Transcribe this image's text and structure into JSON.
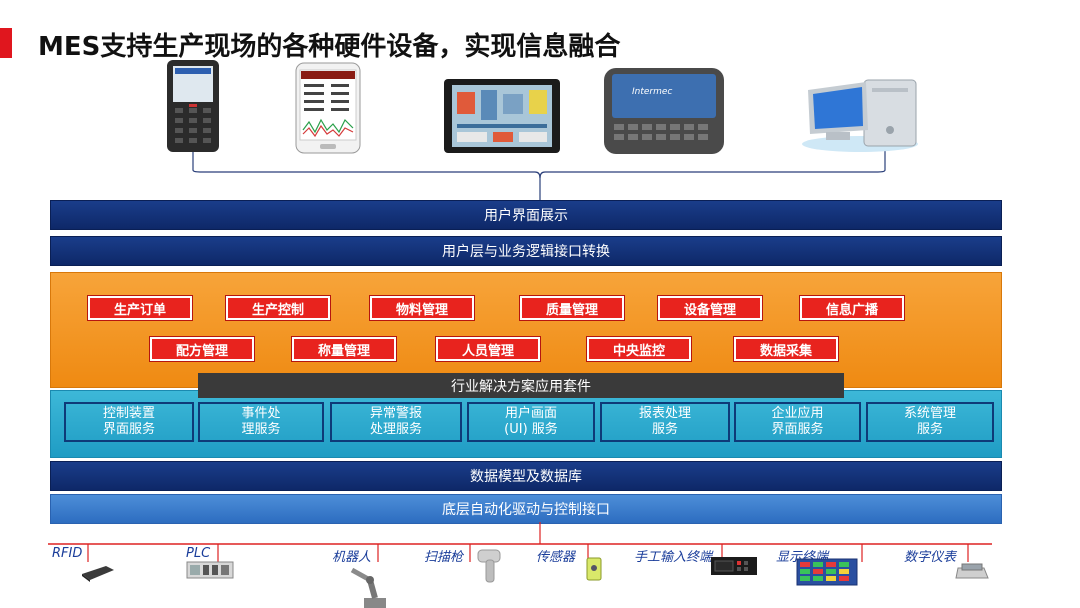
{
  "title": "MES支持生产现场的各种硬件设备，实现信息融合",
  "devices": [
    {
      "icon": "handheld-terminal-icon"
    },
    {
      "icon": "smartphone-icon"
    },
    {
      "icon": "tablet-icon"
    },
    {
      "icon": "vehicle-terminal-icon"
    },
    {
      "icon": "desktop-computer-icon"
    }
  ],
  "layers": {
    "ui_display": "用户界面展示",
    "interface_conversion": "用户层与业务逻辑接口转换",
    "industry_suite": "行业解决方案应用套件",
    "data_model": "数据模型及数据库",
    "automation": "底层自动化驱动与控制接口"
  },
  "modules_row1": [
    "生产订单",
    "生产控制",
    "物料管理",
    "质量管理",
    "设备管理",
    "信息广播"
  ],
  "modules_row2": [
    "配方管理",
    "称量管理",
    "人员管理",
    "中央监控",
    "数据采集"
  ],
  "services": [
    "控制装置\n界面服务",
    "事件处\n理服务",
    "异常警报\n处理服务",
    "用户画面\n(UI) 服务",
    "报表处理\n服务",
    "企业应用\n界面服务",
    "系统管理\n服务"
  ],
  "hardware": [
    {
      "label": "RFID",
      "icon": "rfid-reader-icon"
    },
    {
      "label": "PLC",
      "icon": "plc-icon"
    },
    {
      "label": "机器人",
      "icon": "robot-arm-icon"
    },
    {
      "label": "扫描枪",
      "icon": "barcode-scanner-icon"
    },
    {
      "label": "传感器",
      "icon": "sensor-icon"
    },
    {
      "label": "手工输入终端",
      "icon": "input-terminal-icon"
    },
    {
      "label": "显示终端",
      "icon": "display-terminal-icon"
    },
    {
      "label": "数字仪表",
      "icon": "digital-meter-icon"
    }
  ],
  "colors": {
    "accent_red": "#e0161e",
    "dark_blue": "#0e2868",
    "orange": "#ef8a12",
    "cyan": "#1f9cc4",
    "module_red": "#e8231e"
  }
}
